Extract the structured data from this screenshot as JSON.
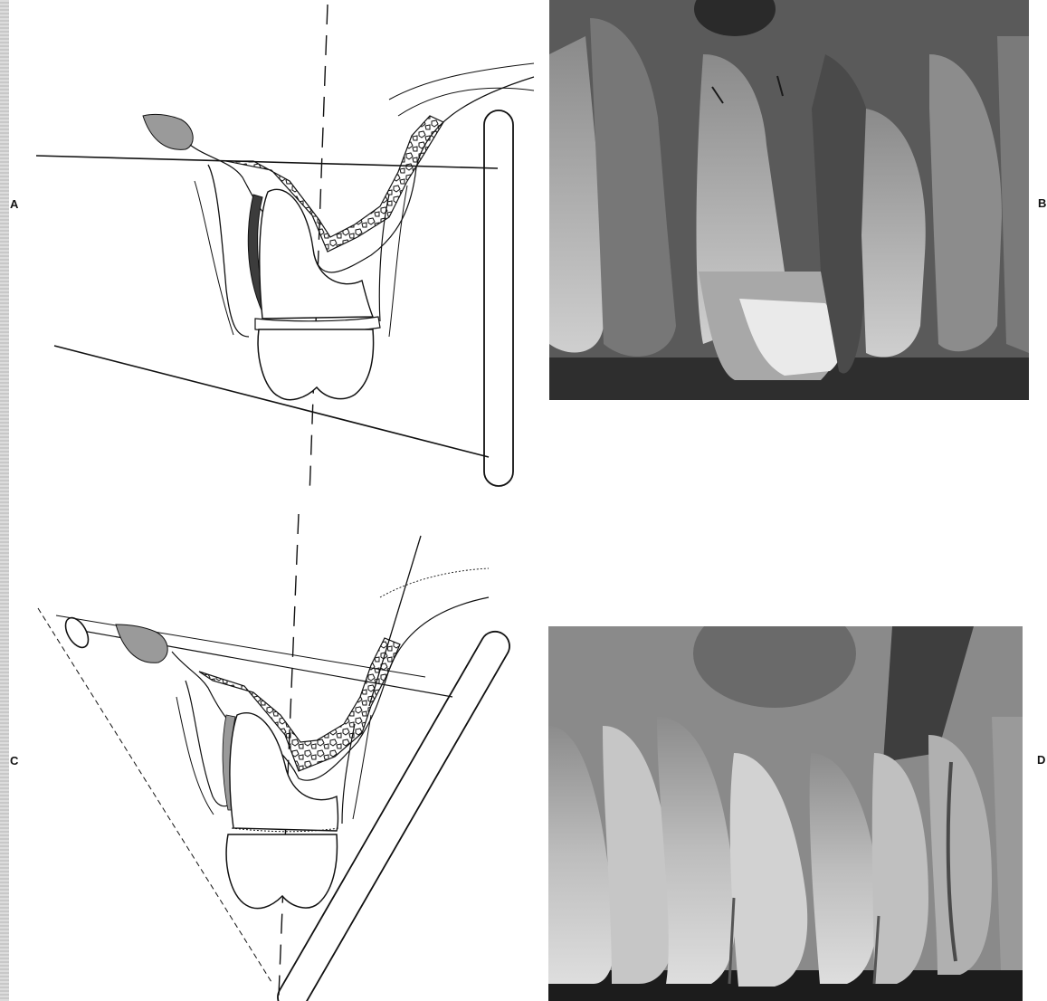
{
  "panels": {
    "a": {
      "label": "A"
    },
    "b": {
      "label": "B"
    },
    "c": {
      "label": "C"
    },
    "d": {
      "label": "D"
    }
  },
  "colors": {
    "ink": "#111111",
    "film_gray": "#6c6c6c",
    "enamel_white": "#f2f2f2",
    "soft_tissue": "#9a9a9a"
  }
}
